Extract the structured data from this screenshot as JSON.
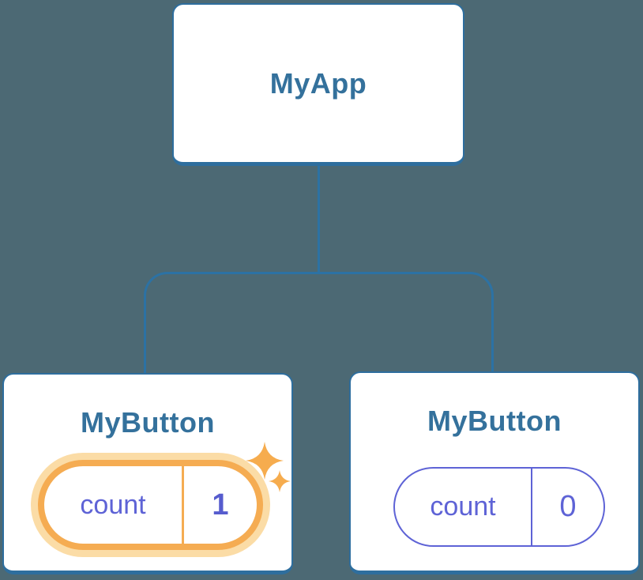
{
  "diagram": {
    "description": "React component tree showing isolated state",
    "colors": {
      "background": "#4C6974",
      "node_border": "#2E6E9E",
      "node_label": "#34719C",
      "connector": "#2C72A4",
      "state_purple": "#5E63D6",
      "highlight_orange": "#F5AC52",
      "highlight_glow": "#FBDCA6",
      "sparkle": "#F6AC4E"
    },
    "tree": {
      "root": {
        "label": "MyApp"
      },
      "children": [
        {
          "label": "MyButton",
          "state": {
            "key": "count",
            "value": "1"
          },
          "highlighted": true,
          "icon": "sparkle-icon"
        },
        {
          "label": "MyButton",
          "state": {
            "key": "count",
            "value": "0"
          },
          "highlighted": false
        }
      ]
    }
  }
}
